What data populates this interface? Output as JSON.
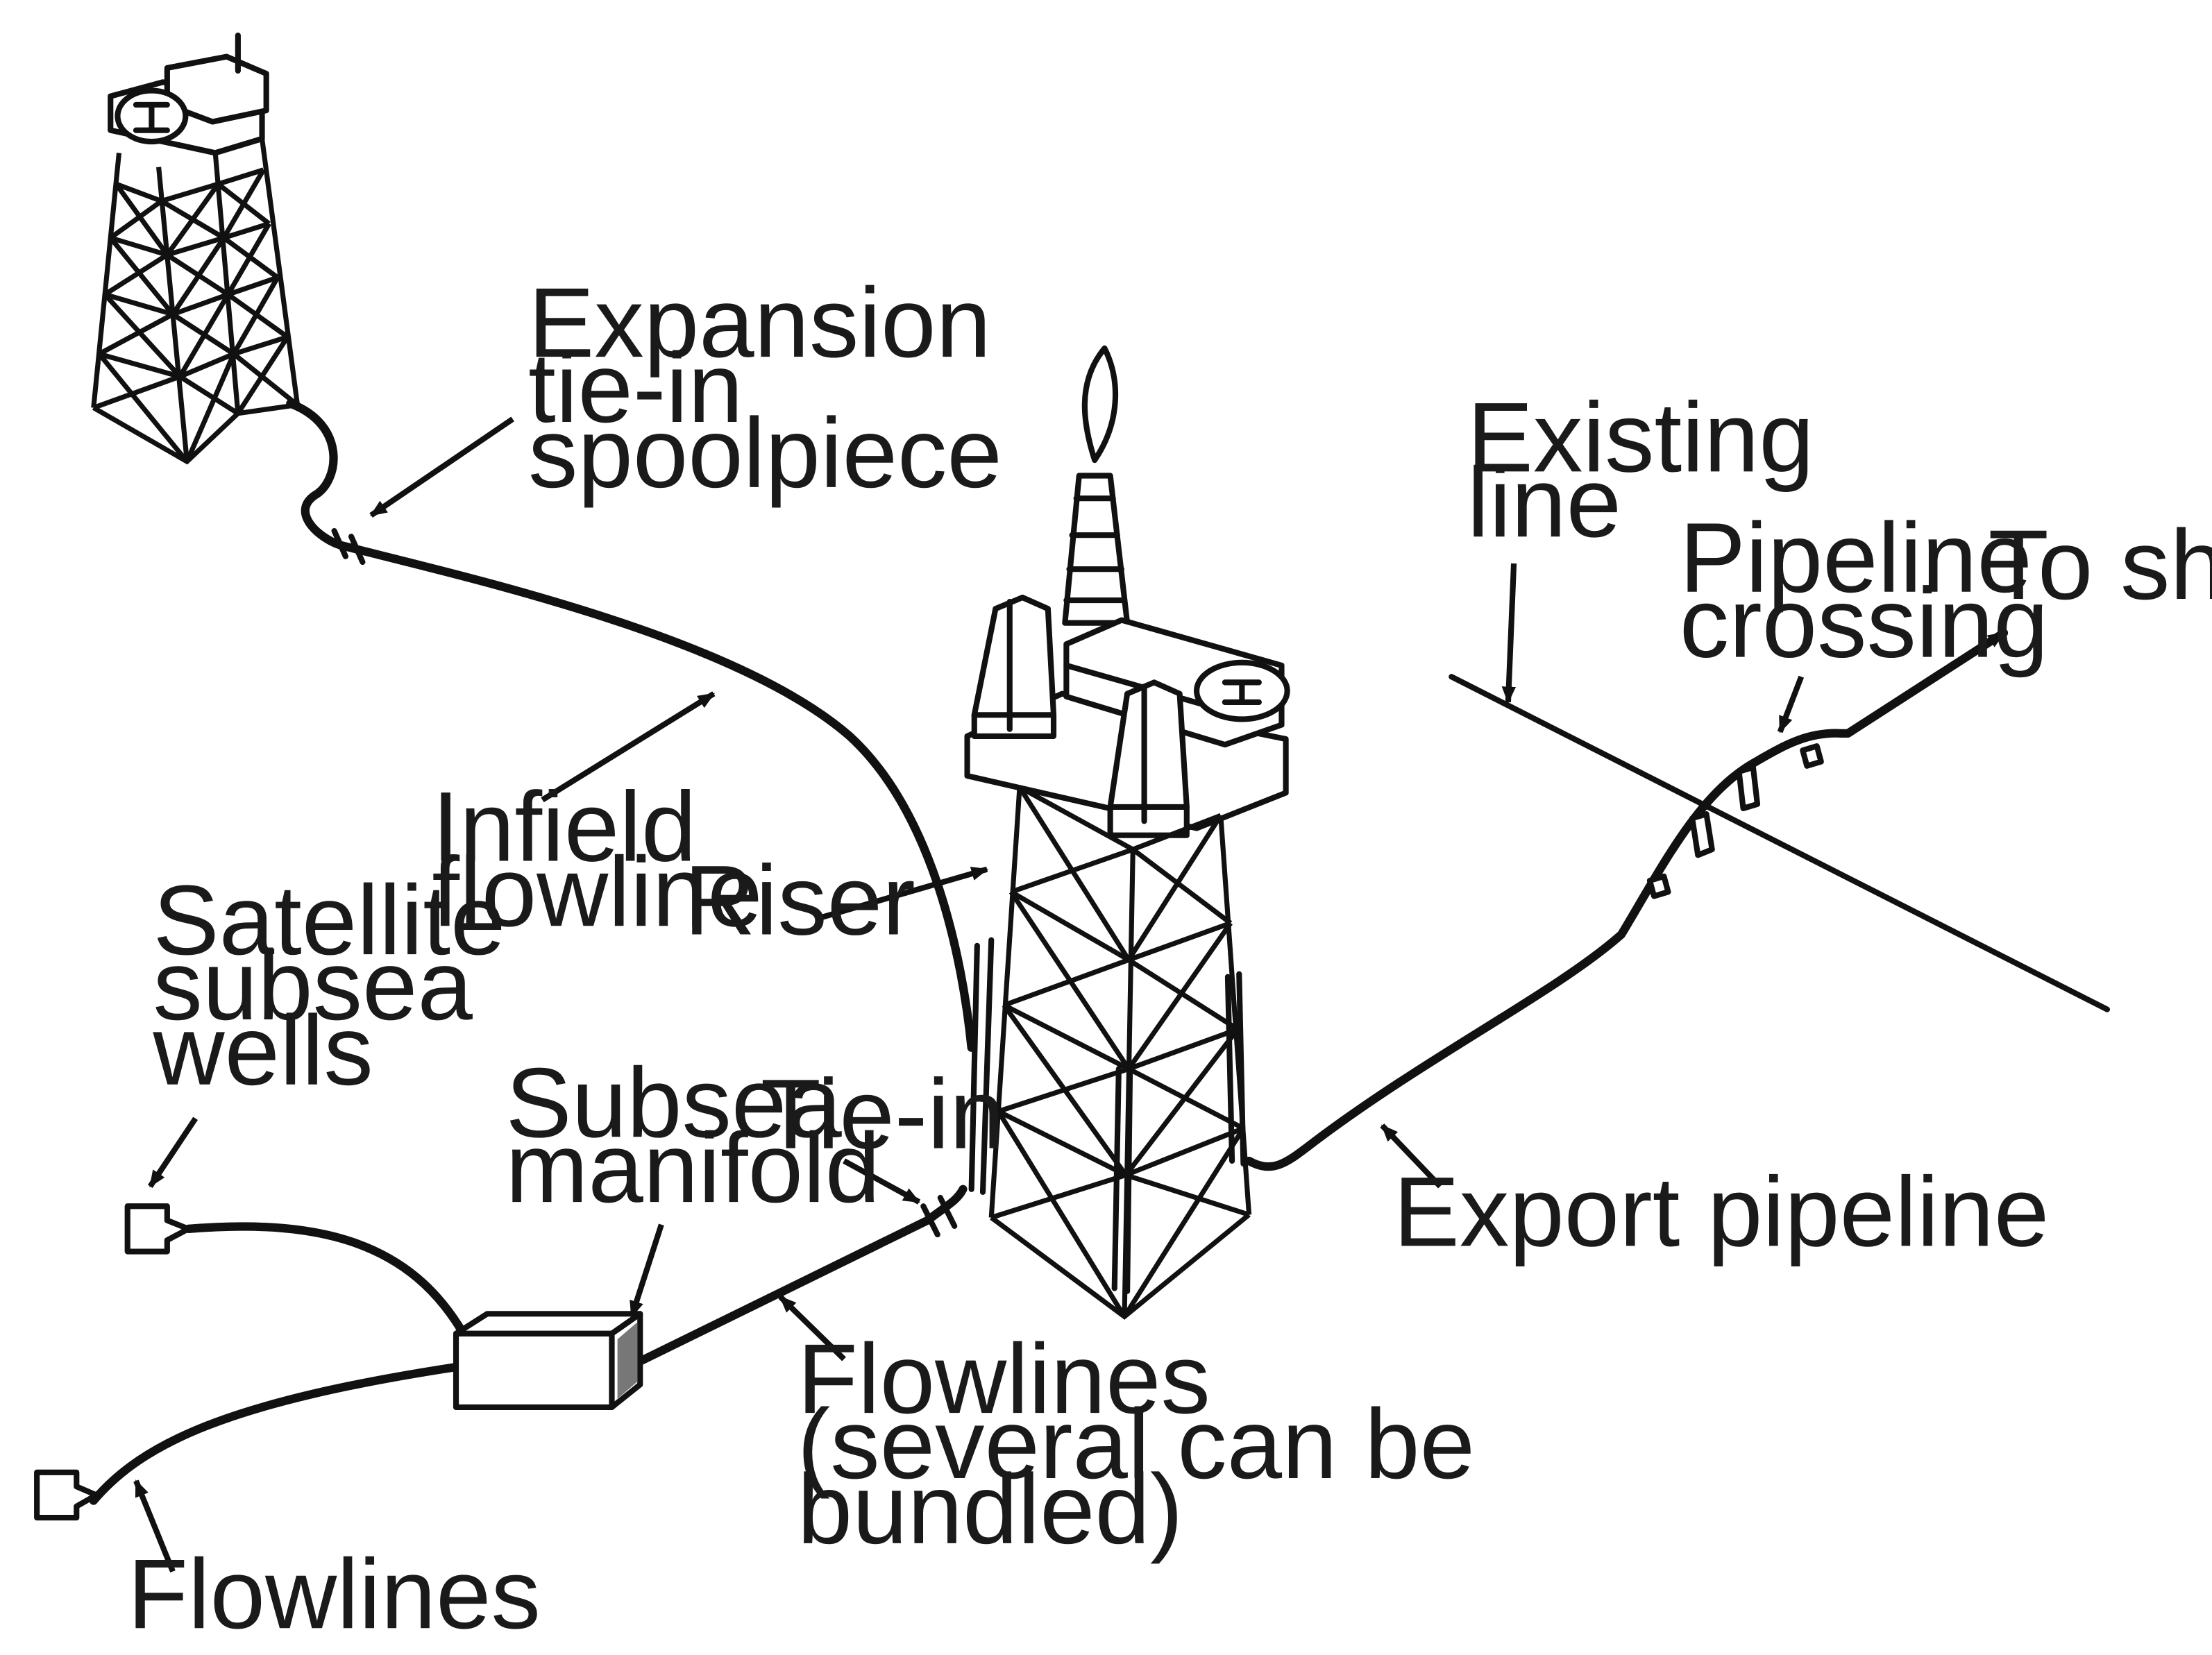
{
  "labels": {
    "expansion_spoolpiece": [
      "Expansion",
      "tie-in",
      "spoolpiece"
    ],
    "infield_flowline": [
      "Infield",
      "flowline"
    ],
    "riser": "Riser",
    "satellite_wells": [
      "Satellite",
      "subsea",
      "wells"
    ],
    "subsea_manifold": [
      "Subsea",
      "manifold"
    ],
    "tie_in": "Tie-in",
    "flowlines_bundled": [
      "Flowlines",
      "(several can be",
      "bundled)"
    ],
    "flowlines": "Flowlines",
    "existing_line": [
      "Existing",
      "line"
    ],
    "pipeline_crossing": [
      "Pipeline",
      "crossing"
    ],
    "to_shore": "To shore",
    "export_pipeline": "Export pipeline"
  },
  "colors": {
    "ink": "#111111",
    "text": "#1a1a1a",
    "background": "#ffffff"
  }
}
